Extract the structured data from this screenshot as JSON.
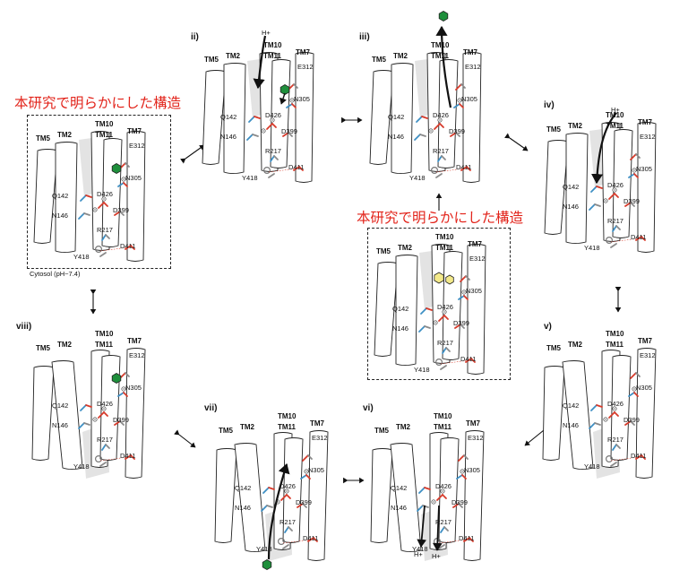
{
  "headings": {
    "left": "本研究で明らかにした構造",
    "center": "本研究で明らかにした構造"
  },
  "cytosol_label": "Cytosol (pH~7.4)",
  "proton_label": "H+",
  "tm_labels": {
    "tm5": "TM5",
    "tm2": "TM2",
    "tm10": "TM10",
    "tm11": "TM11",
    "tm7": "TM7"
  },
  "residues": {
    "e312": "E312",
    "n305": "N305",
    "q142": "Q142",
    "d426": "D426",
    "n146": "N146",
    "d399": "D399",
    "r217": "R217",
    "d411": "D411",
    "y418": "Y418"
  },
  "panel_labels": {
    "ii": "ii)",
    "iii": "iii)",
    "iv": "iv)",
    "v": "v)",
    "vi": "vi)",
    "vii": "vii)",
    "viii": "viii)"
  },
  "colors": {
    "heading_red": "#e2231a",
    "substrate_green": "#1f8f3c",
    "substrate_yellow": "#f3e98a",
    "residue_red": "#d63a2a",
    "residue_blue": "#3d8fc4",
    "residue_gray": "#8a8a8a",
    "pore_gray": "#d9d9d9"
  },
  "icons": {
    "substrate": "hexagon-substrate-icon",
    "transition": "double-arrow-icon"
  }
}
